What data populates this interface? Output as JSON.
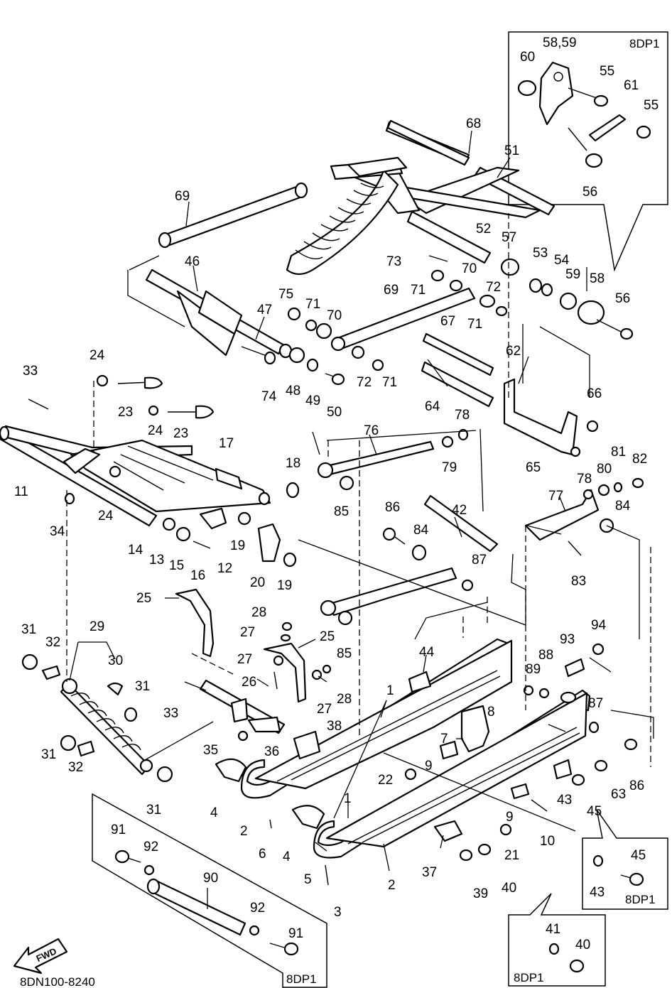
{
  "diagram_code": "8DN100-8240",
  "fwd_label": "FWD",
  "variant_label": "8DP1",
  "callouts": [
    "1",
    "2",
    "3",
    "4",
    "5",
    "6",
    "7",
    "8",
    "9",
    "10",
    "11",
    "12",
    "13",
    "14",
    "15",
    "16",
    "17",
    "18",
    "19",
    "20",
    "21",
    "22",
    "23",
    "24",
    "25",
    "26",
    "27",
    "28",
    "29",
    "30",
    "31",
    "32",
    "33",
    "34",
    "35",
    "36",
    "37",
    "38",
    "39",
    "40",
    "41",
    "42",
    "43",
    "44",
    "45",
    "46",
    "47",
    "48",
    "49",
    "50",
    "51",
    "52",
    "53",
    "54",
    "55",
    "56",
    "57",
    "58",
    "59",
    "60",
    "61",
    "62",
    "63",
    "64",
    "65",
    "66",
    "67",
    "68",
    "69",
    "70",
    "71",
    "72",
    "73",
    "74",
    "75",
    "76",
    "77",
    "78",
    "79",
    "80",
    "81",
    "82",
    "83",
    "84",
    "85",
    "86",
    "87",
    "88",
    "89",
    "90",
    "91",
    "92",
    "93",
    "94"
  ],
  "inset_boxes": [
    {
      "name": "top-right",
      "label": "8DP1",
      "callouts": [
        "58,59",
        "60",
        "55",
        "61",
        "55",
        "56"
      ]
    },
    {
      "name": "bottom-left",
      "label": "8DP1",
      "callouts": [
        "91",
        "92",
        "90",
        "92",
        "91"
      ]
    },
    {
      "name": "right",
      "label": "8DP1",
      "callouts": [
        "45",
        "43"
      ]
    },
    {
      "name": "bottom-right",
      "label": "8DP1",
      "callouts": [
        "41",
        "40"
      ]
    }
  ]
}
